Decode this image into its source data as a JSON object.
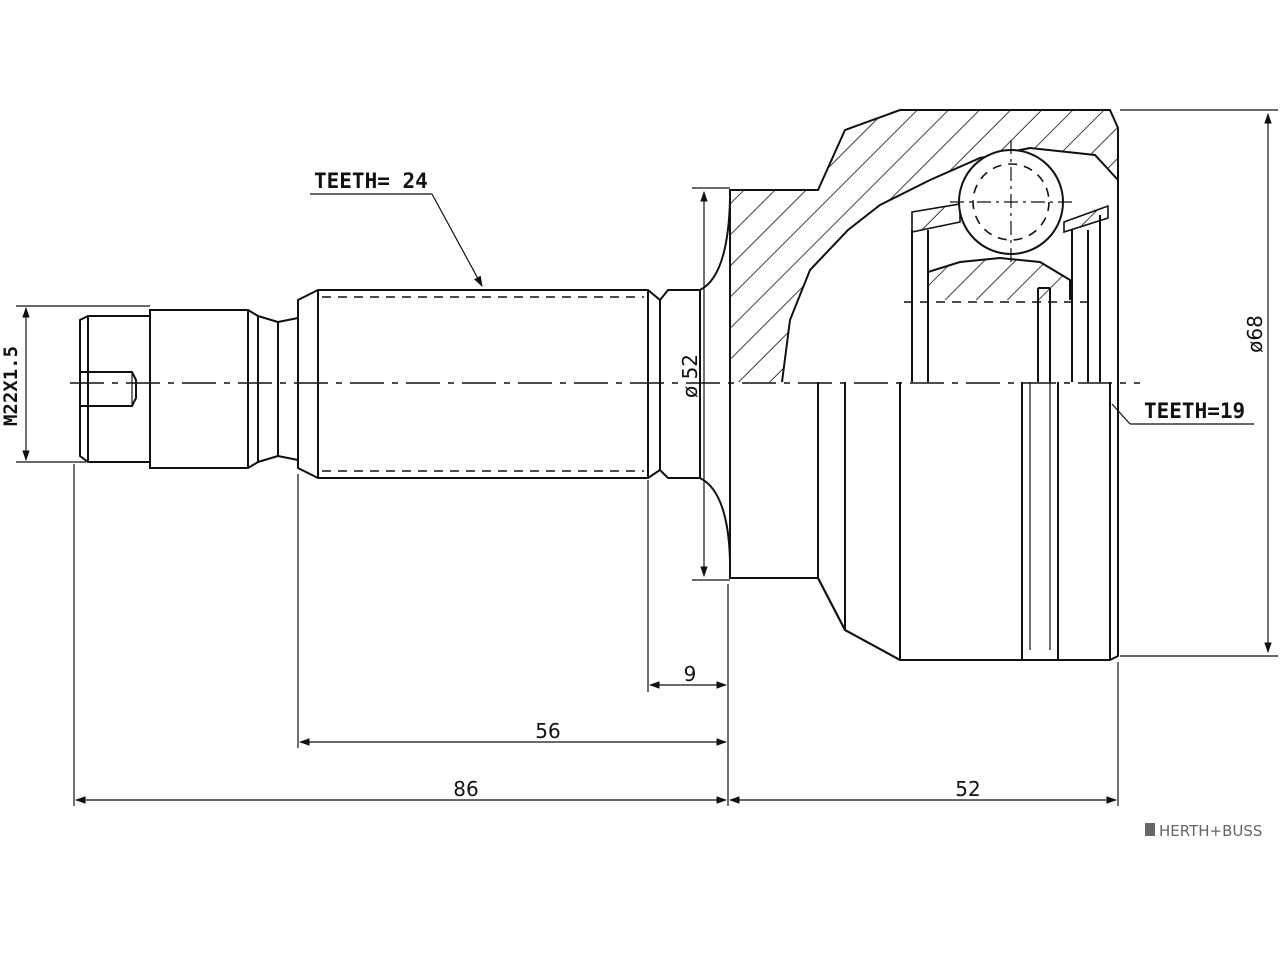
{
  "labels": {
    "teeth_shaft": "TEETH= 24",
    "teeth_bore": "TEETH=19",
    "thread": "M22X1.5",
    "dia_flange": "ø 52",
    "dia_outer": "ø68",
    "dim_9": "9",
    "dim_56": "56",
    "dim_86": "86",
    "dim_52": "52"
  },
  "brand": {
    "name": "HERTH+BUSS"
  },
  "colors": {
    "line": "#111111",
    "background": "#ffffff",
    "brand": "#666666"
  }
}
